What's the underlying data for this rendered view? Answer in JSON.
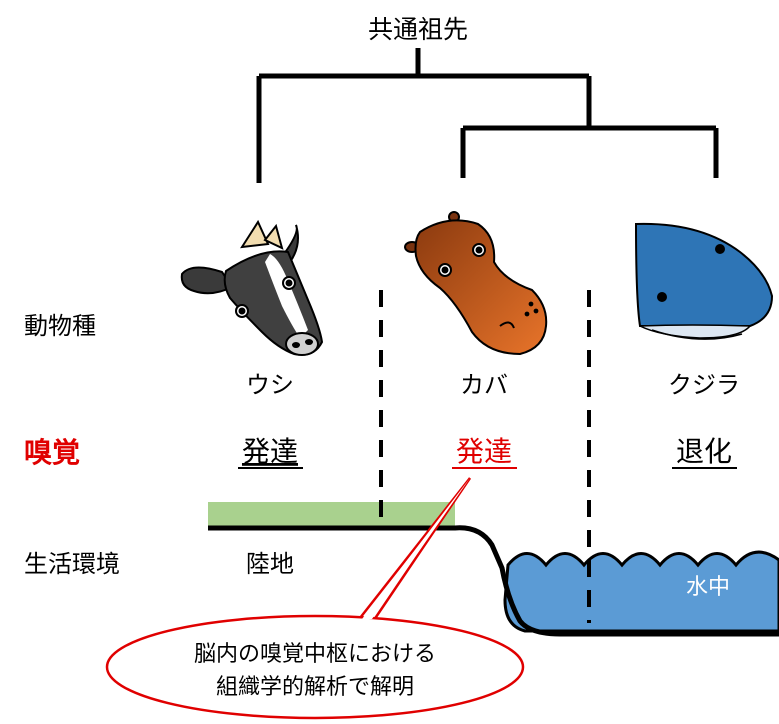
{
  "tree": {
    "root_label": "共通祖先"
  },
  "rows": {
    "species_label": "動物種",
    "smell_label": "嗅覚",
    "habitat_label": "生活環境"
  },
  "animals": [
    {
      "name": "ウシ",
      "smell": "発達"
    },
    {
      "name": "カバ",
      "smell": "発達"
    },
    {
      "name": "クジラ",
      "smell": "退化"
    }
  ],
  "habitat": {
    "land": "陸地",
    "water": "水中"
  },
  "callout": {
    "line1": "脳内の嗅覚中枢における",
    "line2": "組織学的解析で解明"
  },
  "colors": {
    "accent_red": "#e00000",
    "land_green": "#a9d18e",
    "water_blue": "#5b9bd5",
    "hippo_brown": "#c55a11",
    "whale_blue": "#2e75b6"
  }
}
